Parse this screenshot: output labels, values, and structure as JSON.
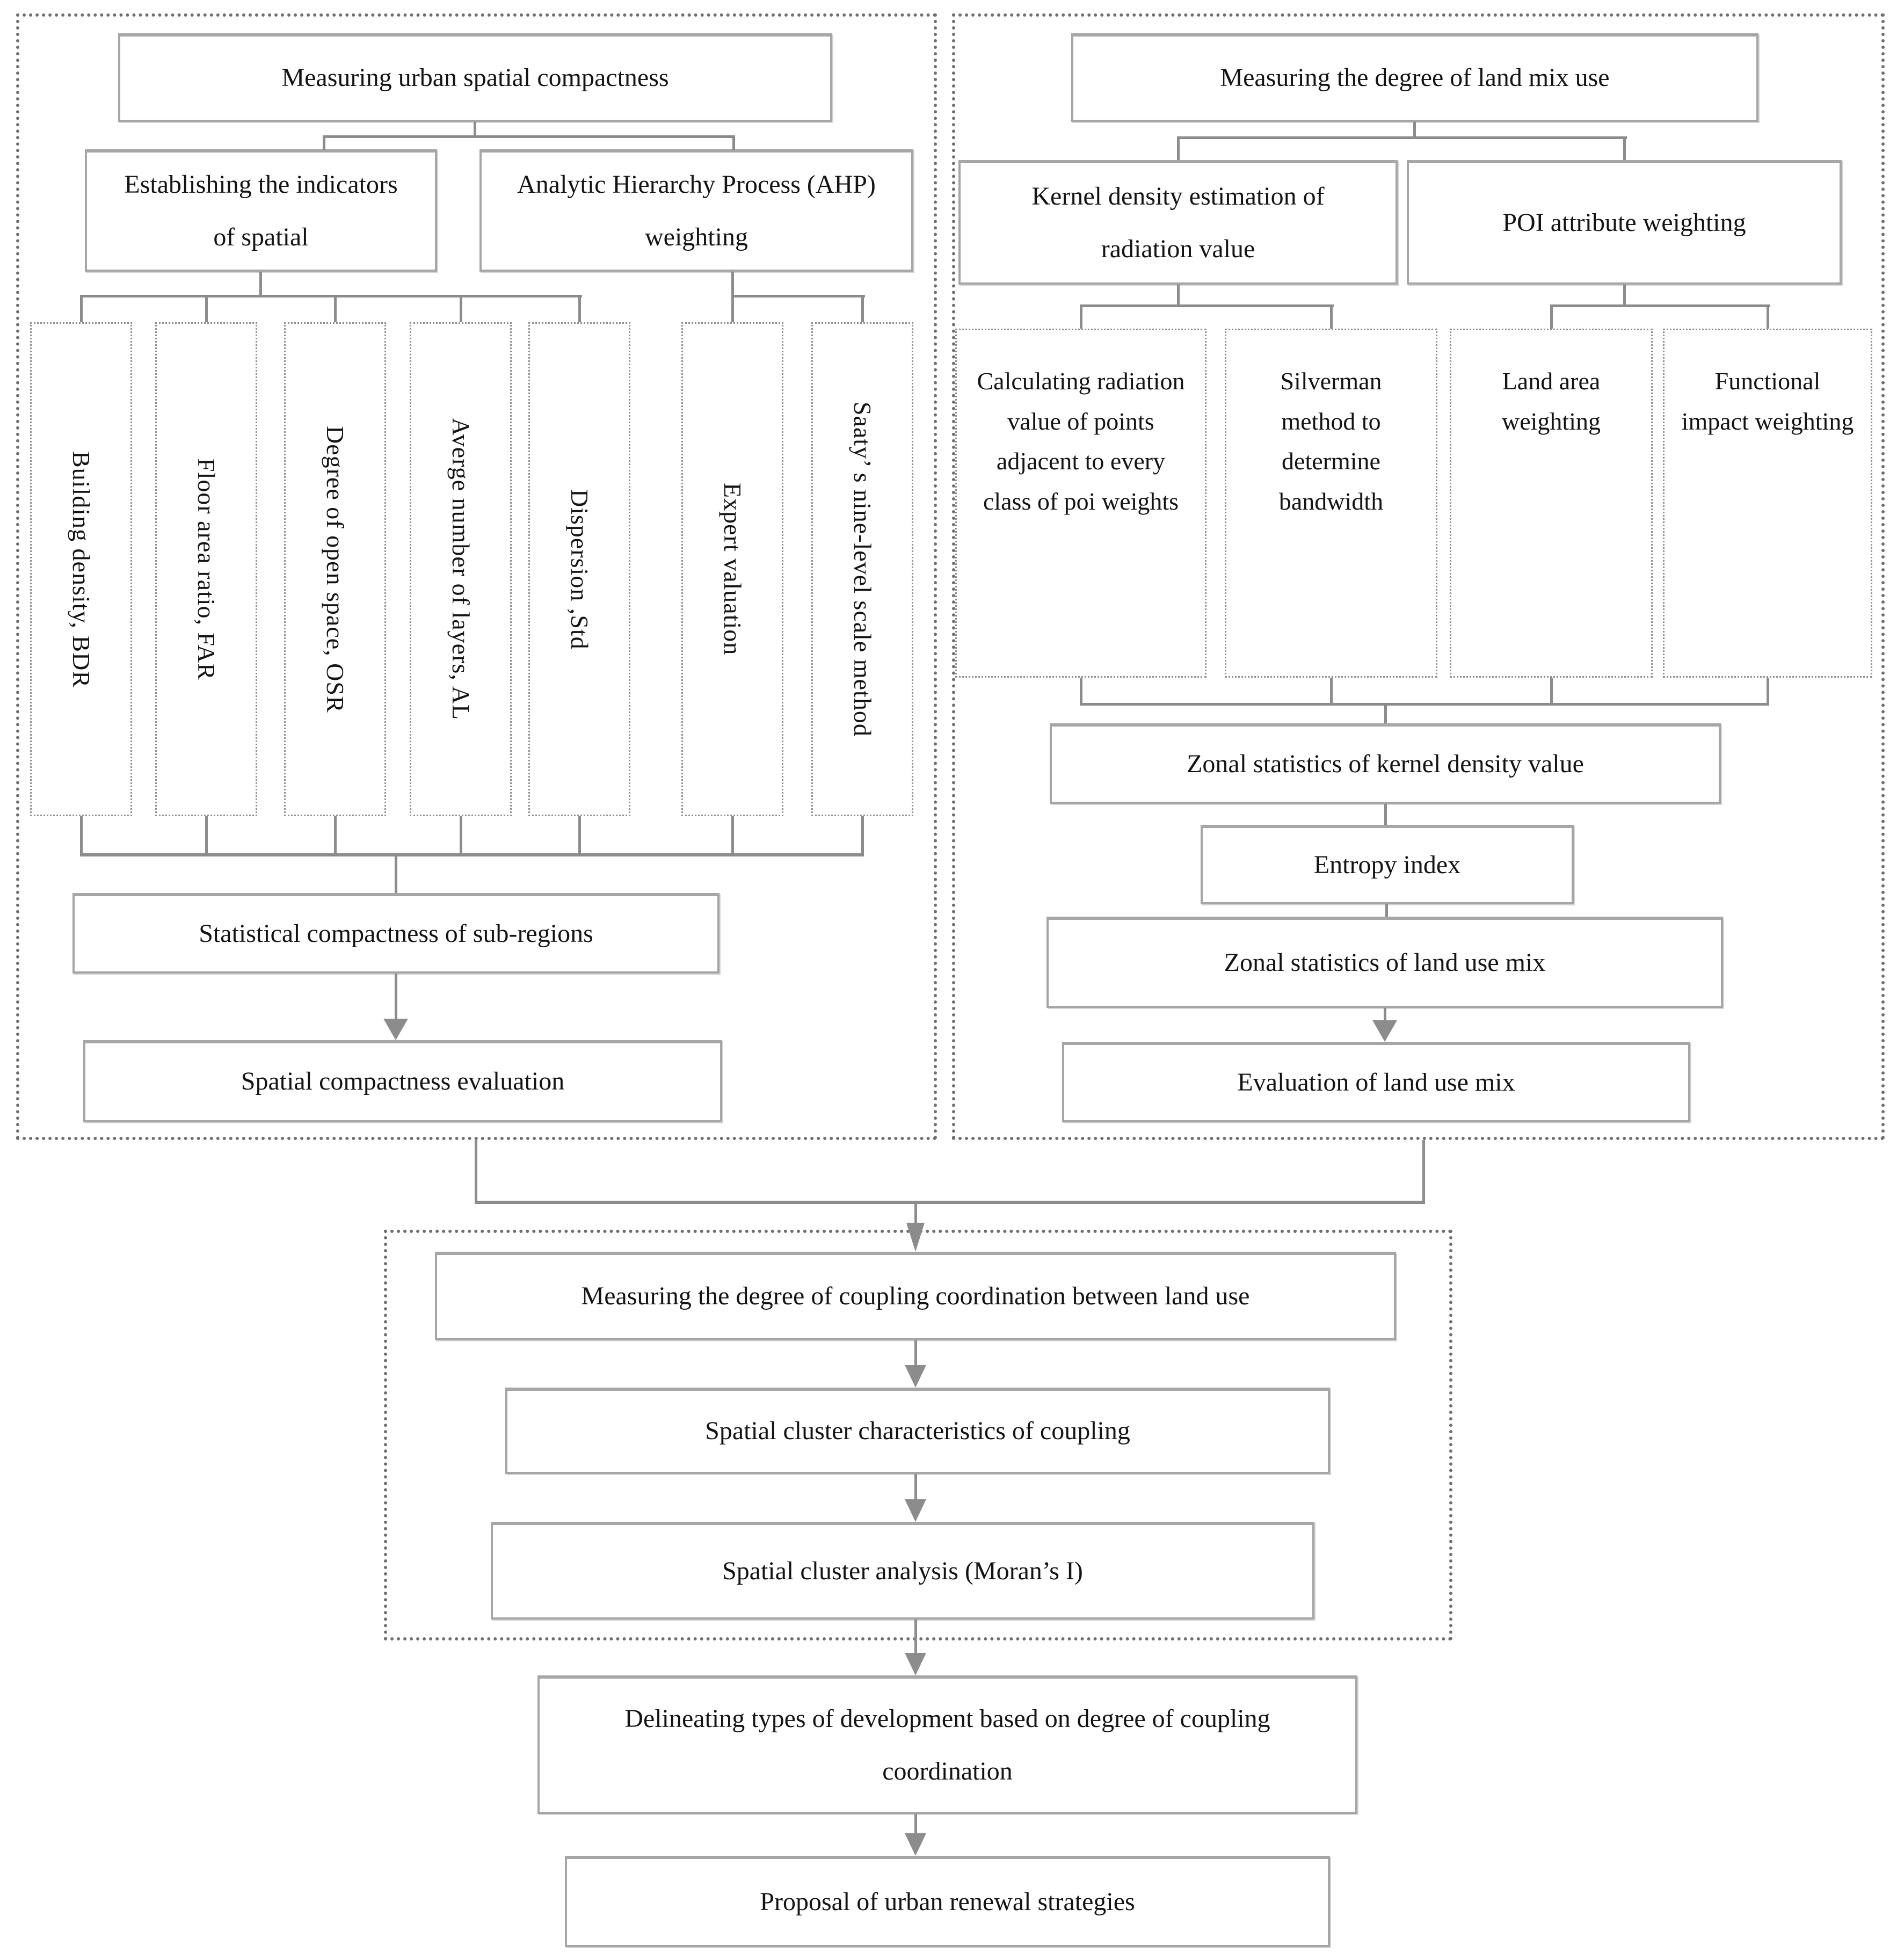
{
  "colors": {
    "panel_border": "#6f6f6f",
    "box_border": "#a6a6a6",
    "dotted_box_border": "#8f8f8f",
    "line": "#8c8c8c",
    "text": "#141414",
    "background": "#ffffff"
  },
  "left_panel": {
    "title": "Measuring urban spatial compactness",
    "establishing": "Establishing the indicators of spatial",
    "ahp": "Analytic Hierarchy Process (AHP) weighting",
    "indicators": [
      "Building density, BDR",
      "Floor area ratio, FAR",
      "Degree of open space, OSR",
      "Averge number of layers, AL",
      "Dispersion ,Std",
      "Expert valuation",
      "Saaty’ s nine-level scale method"
    ],
    "statistical": "Statistical compactness of sub-regions",
    "evaluation": "Spatial compactness evaluation"
  },
  "right_panel": {
    "title": "Measuring the degree of land mix use",
    "kernel": "Kernel density estimation of radiation value",
    "poi": "POI attribute weighting",
    "methods": [
      "Calculating radiation value of points adjacent to every class of poi weights",
      "Silverman method to determine bandwidth",
      "Land area weighting",
      "Functional impact weighting"
    ],
    "zonal_kernel": "Zonal statistics of kernel density value",
    "entropy": "Entropy index",
    "zonal_mix": "Zonal statistics of land use mix",
    "evaluation": "Evaluation of land use mix"
  },
  "coupling_panel": {
    "measuring": "Measuring the degree of coupling coordination between land use",
    "characteristics": "Spatial cluster characteristics of coupling",
    "analysis": "Spatial cluster analysis (Moran’s I)"
  },
  "outcome": {
    "delineating": "Delineating types of development based on degree of coupling coordination",
    "proposal": "Proposal of urban renewal strategies"
  }
}
